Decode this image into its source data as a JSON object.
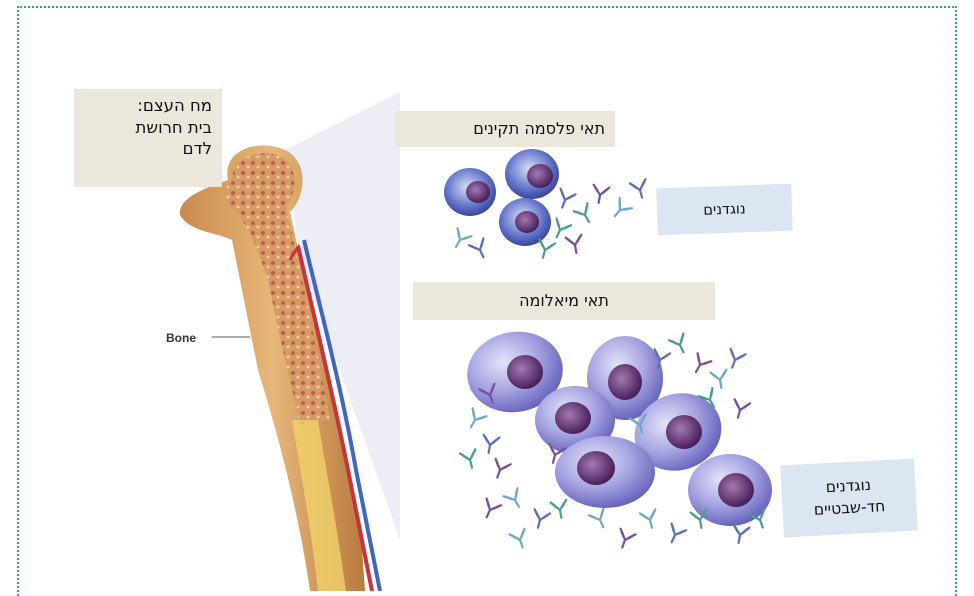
{
  "labels": {
    "marrow_line1": "מח העצם:",
    "marrow_line2": "בית חרושת",
    "marrow_line3": "לדם",
    "plasma_cells": "תאי פלסמה תקינים",
    "antibodies": "נוגדנים",
    "myeloma_cells": "תאי מיאלומה",
    "mono_line1": "נוגדנים",
    "mono_line2": "חד-שבטיים",
    "bone": "Bone"
  },
  "colors": {
    "frame": "#2aa6a0",
    "beige_label": "#ece7dc",
    "blue_label": "#dbe6f2",
    "bone": "#d9a86c",
    "artery": "#c8323c",
    "vein": "#3f66c4",
    "cell_body": "#8f8ed8",
    "nucleus": "#5b2a6e"
  }
}
